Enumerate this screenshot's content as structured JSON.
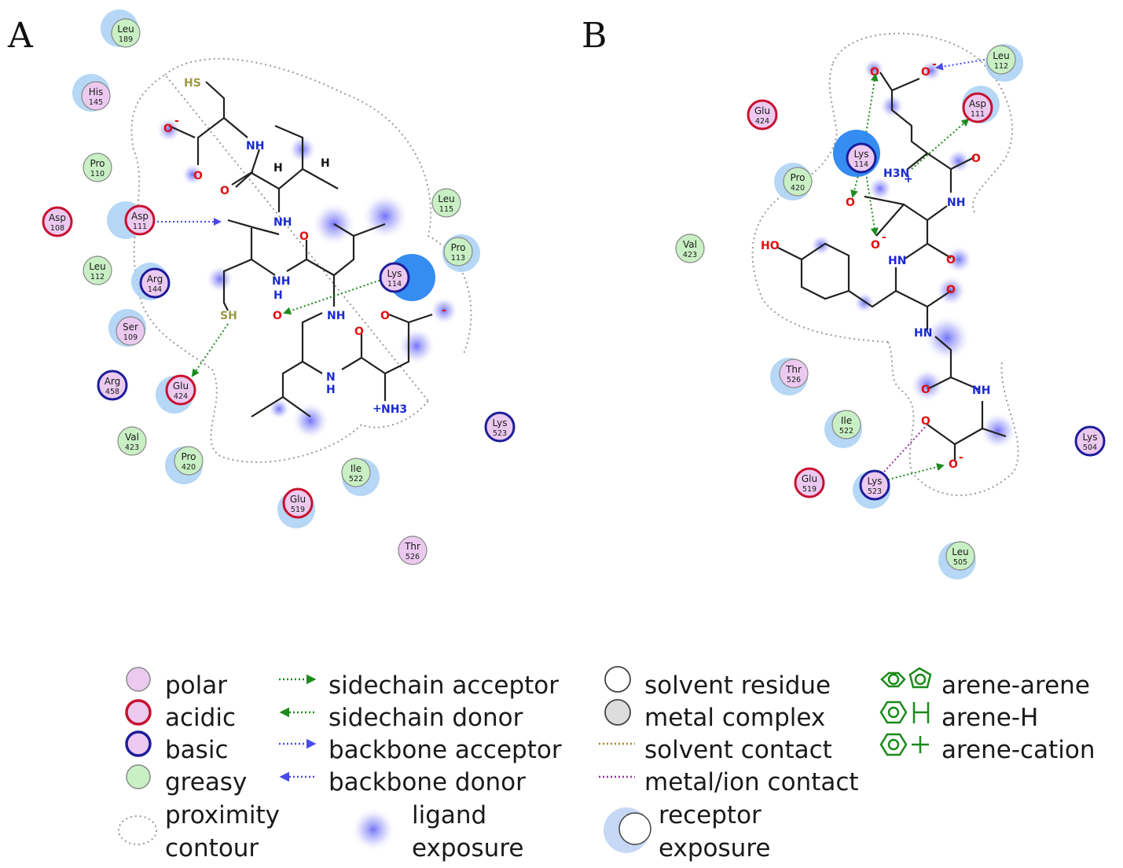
{
  "panels": [
    {
      "label": "A",
      "residues": [
        {
          "name": "Leu",
          "num": "189",
          "type": "greasy",
          "exposure": true
        },
        {
          "name": "His",
          "num": "145",
          "type": "polar",
          "exposure": true
        },
        {
          "name": "Pro",
          "num": "110",
          "type": "greasy",
          "exposure": false
        },
        {
          "name": "Asp",
          "num": "108",
          "type": "acidic",
          "exposure": false
        },
        {
          "name": "Asp",
          "num": "111",
          "type": "acidic",
          "exposure": true
        },
        {
          "name": "Leu",
          "num": "112",
          "type": "greasy",
          "exposure": false
        },
        {
          "name": "Arg",
          "num": "144",
          "type": "basic",
          "exposure": true
        },
        {
          "name": "Ser",
          "num": "109",
          "type": "polar",
          "exposure": true
        },
        {
          "name": "Arg",
          "num": "458",
          "type": "basic",
          "exposure": false
        },
        {
          "name": "Glu",
          "num": "424",
          "type": "acidic",
          "exposure": true
        },
        {
          "name": "Val",
          "num": "423",
          "type": "greasy",
          "exposure": false
        },
        {
          "name": "Pro",
          "num": "420",
          "type": "greasy",
          "exposure": true
        },
        {
          "name": "Leu",
          "num": "115",
          "type": "greasy",
          "exposure": false
        },
        {
          "name": "Pro",
          "num": "113",
          "type": "greasy",
          "exposure": true
        },
        {
          "name": "Lys",
          "num": "114",
          "type": "basic",
          "exposure": true
        },
        {
          "name": "Lys",
          "num": "523",
          "type": "basic",
          "exposure": false
        },
        {
          "name": "Ile",
          "num": "522",
          "type": "greasy",
          "exposure": true
        },
        {
          "name": "Glu",
          "num": "519",
          "type": "acidic",
          "exposure": true
        },
        {
          "name": "Thr",
          "num": "526",
          "type": "polar",
          "exposure": false
        }
      ],
      "atoms": [
        "HS",
        "O",
        "-",
        "O",
        "NH",
        "H",
        "H",
        "O",
        "NH",
        "O",
        "NH",
        "H",
        "SH",
        "O",
        "NH",
        "O",
        "O",
        "-",
        "N",
        "H",
        "+",
        "NH3"
      ]
    },
    {
      "label": "B",
      "residues": [
        {
          "name": "Leu",
          "num": "112",
          "type": "greasy",
          "exposure": true
        },
        {
          "name": "Asp",
          "num": "111",
          "type": "acidic",
          "exposure": true
        },
        {
          "name": "Glu",
          "num": "424",
          "type": "acidic",
          "exposure": false
        },
        {
          "name": "Lys",
          "num": "114",
          "type": "basic",
          "exposure": true
        },
        {
          "name": "Pro",
          "num": "420",
          "type": "greasy",
          "exposure": true
        },
        {
          "name": "Val",
          "num": "423",
          "type": "greasy",
          "exposure": false
        },
        {
          "name": "Thr",
          "num": "526",
          "type": "polar",
          "exposure": true
        },
        {
          "name": "Ile",
          "num": "522",
          "type": "greasy",
          "exposure": true
        },
        {
          "name": "Glu",
          "num": "519",
          "type": "acidic",
          "exposure": false
        },
        {
          "name": "Lys",
          "num": "523",
          "type": "basic",
          "exposure": true
        },
        {
          "name": "Lys",
          "num": "504",
          "type": "basic",
          "exposure": false
        },
        {
          "name": "Leu",
          "num": "505",
          "type": "greasy",
          "exposure": true
        }
      ],
      "atoms": [
        "O",
        "O",
        "-",
        "H3N",
        "+",
        "O",
        "NH",
        "O",
        "O",
        "-",
        "HO",
        "HN",
        "O",
        "O",
        "HN",
        "O",
        "NH",
        "O",
        "O",
        "-"
      ]
    }
  ],
  "legend": {
    "col1": [
      "polar",
      "acidic",
      "basic",
      "greasy",
      "proximity",
      "contour"
    ],
    "col2": [
      "sidechain acceptor",
      "sidechain donor",
      "backbone acceptor",
      "backbone donor",
      "ligand",
      "exposure"
    ],
    "col3": [
      "solvent residue",
      "metal complex",
      "solvent contact",
      "metal/ion contact",
      "receptor",
      "exposure"
    ],
    "col4": [
      "arene-arene",
      "arene-H",
      "arene-cation"
    ]
  },
  "colors": {
    "polar_fill": "#eccaf0",
    "greasy_fill": "#c9f0c4",
    "acidic_ring": "#c8102e",
    "basic_ring": "#1d1d9a",
    "sidechain_hbond": "#1e8a1e",
    "backbone_hbond": "#4a4ae8",
    "metal_contact": "#9b2fa5",
    "solvent_contact": "#a08a20",
    "arene": "#1a8a1a",
    "oxygen": "#e01010",
    "nitrogen": "#1a2ad0",
    "sulfur": "#9a9a40"
  }
}
